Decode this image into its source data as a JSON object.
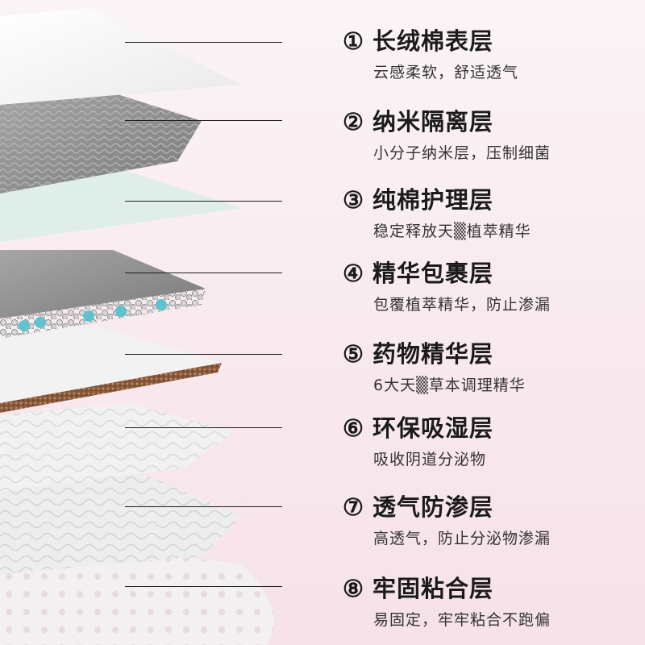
{
  "layers": [
    {
      "number": "①",
      "title": "长绒棉表层",
      "desc": "云感柔软，舒适透气"
    },
    {
      "number": "②",
      "title": "纳米隔离层",
      "desc": "小分子纳米层，压制细菌"
    },
    {
      "number": "③",
      "title": "纯棉护理层",
      "desc": "稳定释放天▒植萃精华"
    },
    {
      "number": "④",
      "title": "精华包裹层",
      "desc": "包覆植萃精华，防止渗漏"
    },
    {
      "number": "⑤",
      "title": "药物精华层",
      "desc": "6大天▒草本调理精华"
    },
    {
      "number": "⑥",
      "title": "环保吸湿层",
      "desc": "吸收阴道分泌物"
    },
    {
      "number": "⑦",
      "title": "透气防渗层",
      "desc": "高透气，防止分泌物渗漏"
    },
    {
      "number": "⑧",
      "title": "牢固粘合层",
      "desc": "易固定，牢牢粘合不跑偏"
    }
  ],
  "colors": {
    "background": "#f8e9ee",
    "text": "#1b1b1b",
    "layer_white": "#f4f4f4",
    "layer_gray": "#8e8e8e",
    "layer_mint": "#dfeee8",
    "bead_blue": "#5fc2cf",
    "fiber_brown": "#8a5a3b"
  }
}
